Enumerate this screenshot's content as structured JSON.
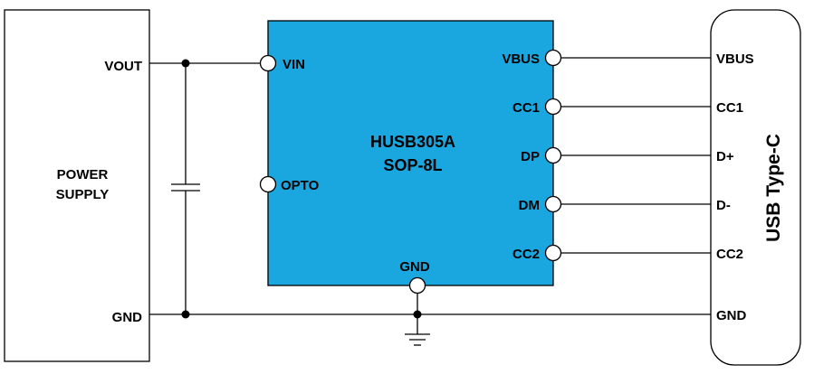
{
  "power_supply": {
    "title_line1": "POWER",
    "title_line2": "SUPPLY",
    "pin_vout": "VOUT",
    "pin_gnd": "GND"
  },
  "chip": {
    "name_line1": "HUSB305A",
    "name_line2": "SOP-8L",
    "fill_color": "#1aa7e0",
    "pin_vin": "VIN",
    "pin_opto": "OPTO",
    "pin_gnd": "GND",
    "pin_vbus": "VBUS",
    "pin_cc1": "CC1",
    "pin_dp": "DP",
    "pin_dm": "DM",
    "pin_cc2": "CC2"
  },
  "connector": {
    "title": "USB Type-C",
    "pin_vbus": "VBUS",
    "pin_cc1": "CC1",
    "pin_dplus": "D+",
    "pin_dminus": "D-",
    "pin_cc2": "CC2",
    "pin_gnd": "GND"
  },
  "icons": {
    "capacitor": "capacitor-icon",
    "ground": "ground-symbol-icon",
    "pin": "pin-circle-icon",
    "junction": "junction-dot-icon"
  }
}
